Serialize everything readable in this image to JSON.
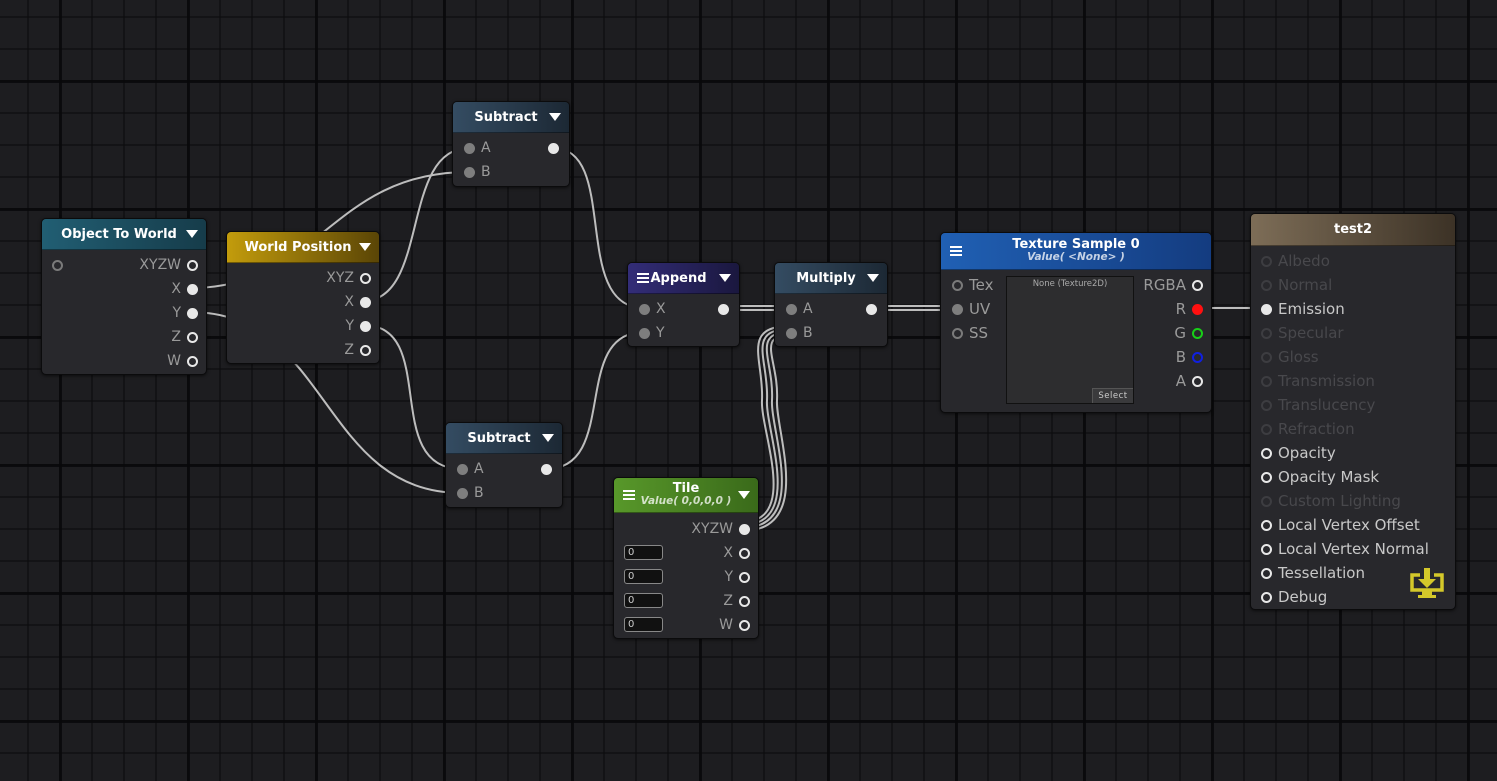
{
  "nodes": {
    "object_to_world": {
      "title": "Object To World",
      "header_color": "#1e5a6e",
      "inputs": [
        ""
      ],
      "outputs": [
        "XYZW",
        "X",
        "Y",
        "Z",
        "W"
      ]
    },
    "world_position": {
      "title": "World Position",
      "header_color": "#b8930a",
      "outputs": [
        "XYZ",
        "X",
        "Y",
        "Z"
      ]
    },
    "subtract_top": {
      "title": "Subtract",
      "header_color": "#2f4458",
      "inputs": [
        "A",
        "B"
      ]
    },
    "subtract_bottom": {
      "title": "Subtract",
      "header_color": "#2f4458",
      "inputs": [
        "A",
        "B"
      ]
    },
    "append": {
      "title": "Append",
      "header_color": "#2e2a6a",
      "inputs": [
        "X",
        "Y"
      ]
    },
    "multiply": {
      "title": "Multiply",
      "header_color": "#2f4458",
      "inputs": [
        "A",
        "B"
      ]
    },
    "tile": {
      "title": "Tile",
      "subtitle": "Value( 0,0,0,0 )",
      "header_color": "#4f8a24",
      "outputs": [
        "XYZW",
        "X",
        "Y",
        "Z",
        "W"
      ],
      "fields": [
        "0",
        "0",
        "0",
        "0"
      ]
    },
    "texture_sample": {
      "title": "Texture Sample 0",
      "subtitle": "Value( <None> )",
      "header_color": "#1d50a8",
      "inputs": [
        "Tex",
        "UV",
        "SS"
      ],
      "outputs": [
        "RGBA",
        "R",
        "G",
        "B",
        "A"
      ],
      "output_colors": [
        "#e8e8e8",
        "#ff1010",
        "#18d018",
        "#1020e0",
        "#e8e8e8"
      ],
      "preview_label": "None (Texture2D)",
      "select_label": "Select"
    },
    "master": {
      "title": "test2",
      "header_color": "#7a6a54",
      "ports": [
        {
          "label": "Albedo",
          "state": "disabled"
        },
        {
          "label": "Normal",
          "state": "disabled"
        },
        {
          "label": "Emission",
          "state": "connected"
        },
        {
          "label": "Specular",
          "state": "disabled"
        },
        {
          "label": "Gloss",
          "state": "disabled"
        },
        {
          "label": "Transmission",
          "state": "disabled"
        },
        {
          "label": "Translucency",
          "state": "disabled"
        },
        {
          "label": "Refraction",
          "state": "disabled"
        },
        {
          "label": "Opacity",
          "state": "enabled"
        },
        {
          "label": "Opacity Mask",
          "state": "enabled"
        },
        {
          "label": "Custom Lighting",
          "state": "disabled"
        },
        {
          "label": "Local Vertex Offset",
          "state": "enabled"
        },
        {
          "label": "Local Vertex Normal",
          "state": "enabled"
        },
        {
          "label": "Tessellation",
          "state": "enabled"
        },
        {
          "label": "Debug",
          "state": "enabled"
        }
      ],
      "save_icon": "download-to-screen-icon",
      "save_icon_color": "#d4c82a"
    }
  },
  "connections": [
    {
      "from": "object_to_world.X",
      "to": "subtract_top.B"
    },
    {
      "from": "object_to_world.Y",
      "to": "subtract_bottom.B"
    },
    {
      "from": "world_position.X",
      "to": "subtract_top.A"
    },
    {
      "from": "world_position.Y",
      "to": "subtract_bottom.A"
    },
    {
      "from": "subtract_top.out",
      "to": "append.X"
    },
    {
      "from": "subtract_bottom.out",
      "to": "append.Y"
    },
    {
      "from": "append.out",
      "to": "multiply.A"
    },
    {
      "from": "tile.XYZW",
      "to": "multiply.B"
    },
    {
      "from": "multiply.out",
      "to": "texture_sample.UV"
    },
    {
      "from": "texture_sample.R",
      "to": "master.Emission"
    }
  ]
}
